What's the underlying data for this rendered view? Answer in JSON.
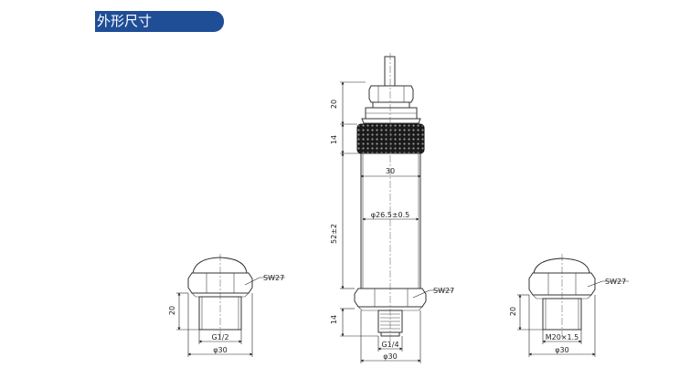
{
  "header": {
    "title": "外形尺寸"
  },
  "center_sensor": {
    "dim_top_height": "20",
    "dim_knurl_height": "14",
    "dim_body_width": "30",
    "dim_body_diameter": "φ26.5±0.5",
    "dim_body_length": "52±2",
    "hex_label": "SW27",
    "dim_thread_height": "14",
    "thread_label": "G1/4",
    "dim_base_diameter": "φ30"
  },
  "left_fitting": {
    "hex_label": "SW27",
    "dim_height": "20",
    "thread_label": "G1/2",
    "dim_diameter": "φ30"
  },
  "right_fitting": {
    "hex_label": "SW27",
    "dim_height": "20",
    "thread_label": "M20×1.5",
    "dim_diameter": "φ30"
  },
  "colors": {
    "title_bg": "#1f4e97",
    "title_text": "#ffffff",
    "line": "#333333"
  }
}
